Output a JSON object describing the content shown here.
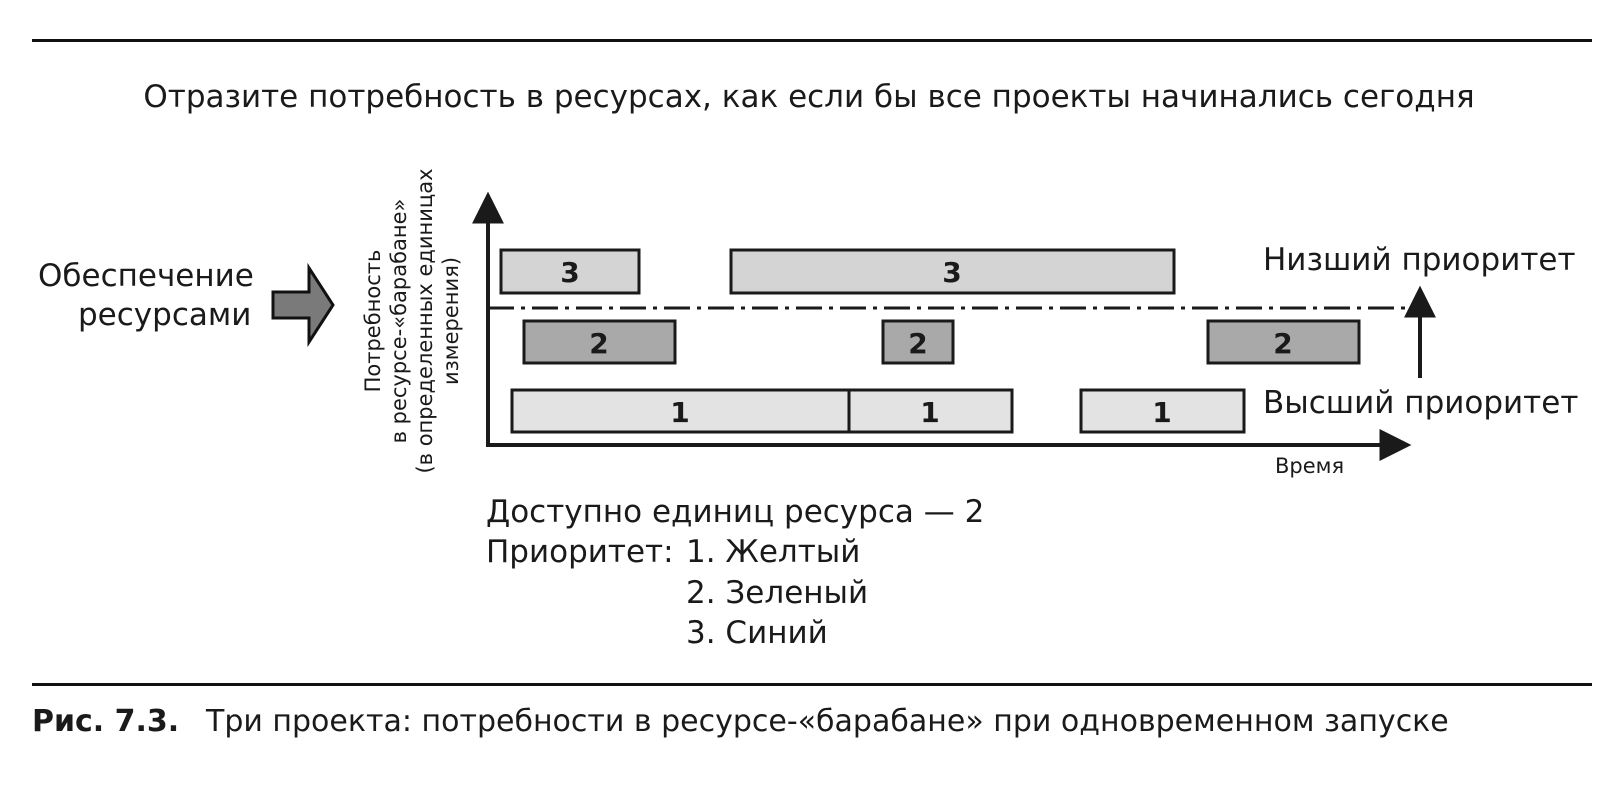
{
  "heading": "Отразите потребность в ресурсах, как если бы все проекты начинались сегодня",
  "supply_label": [
    "Обеспечение",
    "ресурсами"
  ],
  "y_axis_label": [
    "Потребность",
    "в ресурсе-«барабане»",
    "(в определенных единицах",
    "измерения)"
  ],
  "x_axis_label": "Время",
  "lowest_priority_label": "Низший приоритет",
  "highest_priority_label": "Высший приоритет",
  "available_units": "Доступно единиц ресурса — 2",
  "priority_title": "Приоритет:",
  "priority_items": [
    "1. Желтый",
    "2. Зеленый",
    "3. Синий"
  ],
  "caption": {
    "number": "Рис. 7.3.",
    "text": "Три проекта: потребности в ресурсе-«барабане» при одновременном запуске"
  },
  "bars": [
    {
      "label": "3",
      "fill": "#d4d4d4"
    },
    {
      "label": "3",
      "fill": "#d4d4d4"
    },
    {
      "label": "2",
      "fill": "#a9a9a9"
    },
    {
      "label": "2",
      "fill": "#a9a9a9"
    },
    {
      "label": "2",
      "fill": "#a9a9a9"
    },
    {
      "label": "1",
      "fill": "#e3e3e3"
    },
    {
      "label": "1",
      "fill": "#e3e3e3"
    },
    {
      "label": "1",
      "fill": "#e3e3e3"
    }
  ],
  "colors": {
    "ink": "#1a1a1a",
    "arrow_fill": "#7a7a7a"
  }
}
